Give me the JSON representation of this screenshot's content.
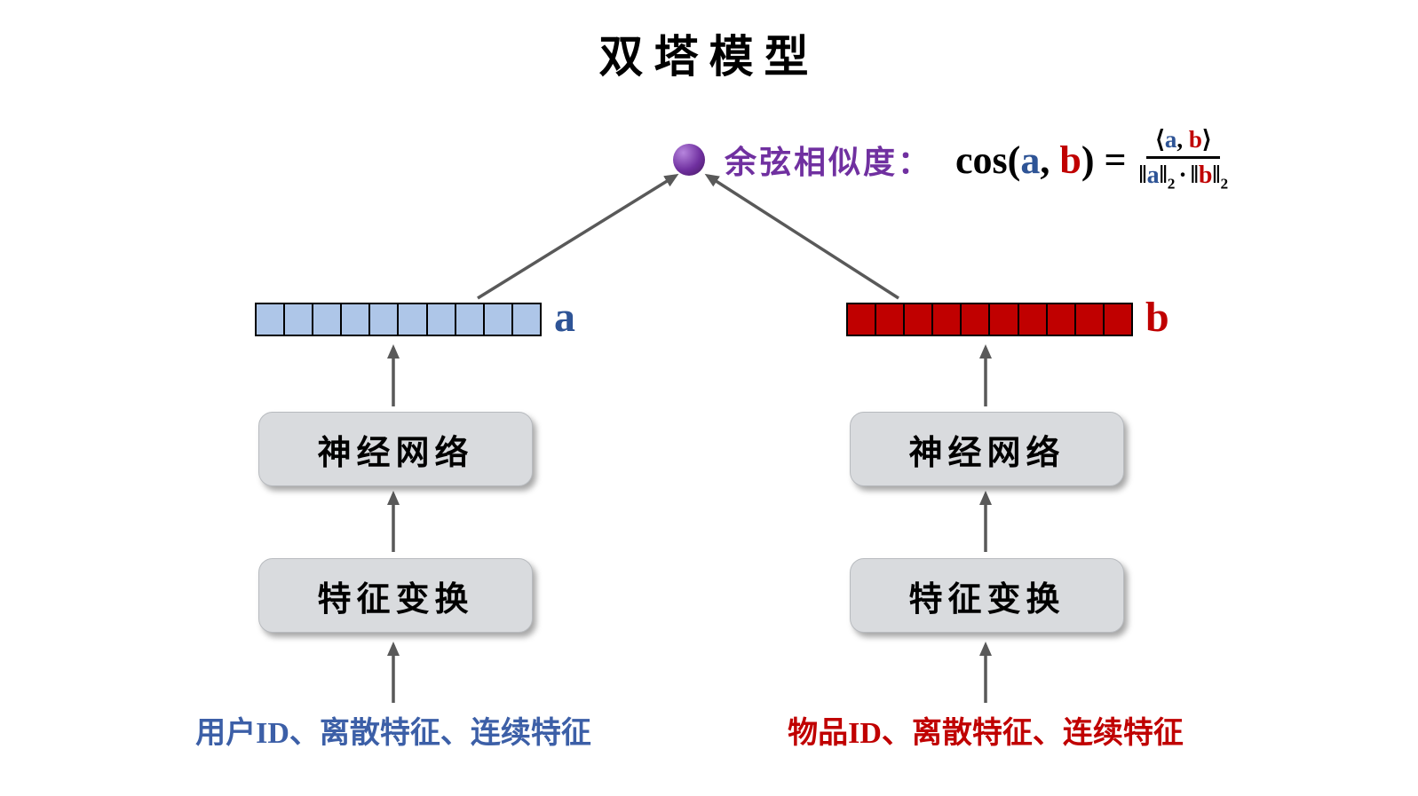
{
  "title": "双塔模型",
  "similarity": {
    "label": "余弦相似度：",
    "formula": {
      "func": "cos",
      "open_paren": "(",
      "a": "a",
      "comma": ",",
      "b": "b",
      "close_paren": ")",
      "equals": "=",
      "angle_open": "⟨",
      "angle_close": "⟩",
      "double_bar": "‖",
      "subscript_2": "2",
      "cdot": "·"
    }
  },
  "towers": [
    {
      "id": "user-tower",
      "vector_label": "a",
      "cells": 10,
      "nn_box": "神经网络",
      "ft_box": "特征变换",
      "input": "用户ID、离散特征、连续特征"
    },
    {
      "id": "item-tower",
      "vector_label": "b",
      "cells": 10,
      "nn_box": "神经网络",
      "ft_box": "特征变换",
      "input": "物品ID、离散特征、连续特征"
    }
  ],
  "colors": {
    "vector_a_fill": "#aec6e8",
    "vector_b_fill": "#c00000",
    "label_a": "#2e5496",
    "label_b": "#c00000",
    "input_user": "#3c5fa7",
    "input_item": "#c00000",
    "similarity_label": "#7030a0",
    "box_fill": "#d9dbde",
    "formula_a": "#2e5496",
    "formula_b": "#c00000",
    "arrow": "#595959"
  }
}
